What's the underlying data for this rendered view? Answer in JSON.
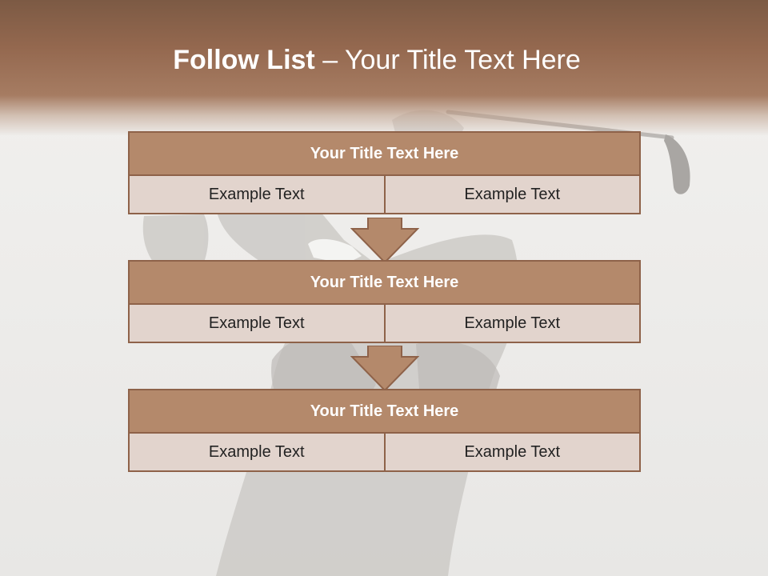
{
  "slide": {
    "title_bold": "Follow List",
    "title_rest": " – Your Title Text Here"
  },
  "blocks": [
    {
      "title": "Your Title Text Here",
      "cells": [
        "Example Text",
        "Example Text"
      ]
    },
    {
      "title": "Your Title Text Here",
      "cells": [
        "Example Text",
        "Example Text"
      ]
    },
    {
      "title": "Your Title Text Here",
      "cells": [
        "Example Text",
        "Example Text"
      ]
    }
  ],
  "colors": {
    "header_band": "#8e6249",
    "block_fill": "#b4896b",
    "cell_fill": "#e2d4cd",
    "border": "#8e6249"
  },
  "icons": {
    "background": "golfer-photo",
    "connector": "down-arrow-icon"
  }
}
